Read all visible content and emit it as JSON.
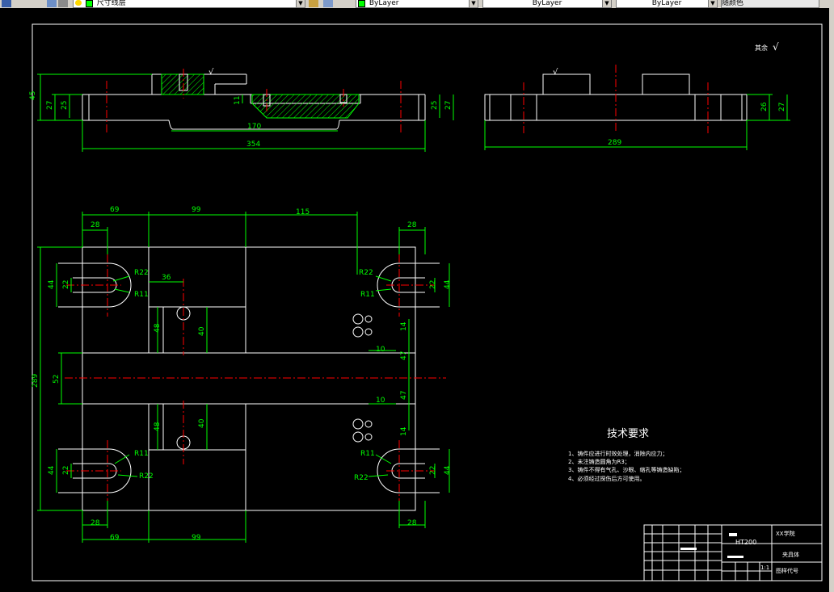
{
  "toolbar": {
    "layer_name": "尺寸线层",
    "color_value": "ByLayer",
    "linetype_value": "ByLayer",
    "lineweight_value": "ByLayer",
    "plotstyle_value": "随颜色"
  },
  "drawing": {
    "surface_note": "其余",
    "roughness_symbol": "√",
    "tech_title": "技术要求",
    "tech_items": [
      "1、铸件应进行时效处理，消除内应力；",
      "2、未注铸造圆角为R3；",
      "3、铸件不得有气孔、沙眼、缩孔等铸造缺陷；",
      "4、必须经过探伤后方可使用。"
    ],
    "dims": {
      "h45": "45",
      "h27": "27",
      "h25": "25",
      "h11": "11",
      "d170": "170",
      "d354": "354",
      "d289": "289",
      "d26": "26",
      "d69": "69",
      "d99": "99",
      "d115": "115",
      "d28": "28",
      "d36": "36",
      "d44": "44",
      "d22": "22",
      "d48": "48",
      "d40": "40",
      "d52": "52",
      "d14": "14",
      "d10": "10",
      "d47": "47",
      "r22": "R22",
      "r11": "R11"
    },
    "title_block": {
      "material": "HT200",
      "school": "XX学院",
      "part_name": "夹具体",
      "drawing_no": "图样代号",
      "scale": "1:1"
    }
  },
  "colors": {
    "background": "#000000",
    "geometry": "#ffffff",
    "dimension": "#00ff00",
    "centerline": "#ff0000",
    "toolbar": "#d4d0c8"
  }
}
